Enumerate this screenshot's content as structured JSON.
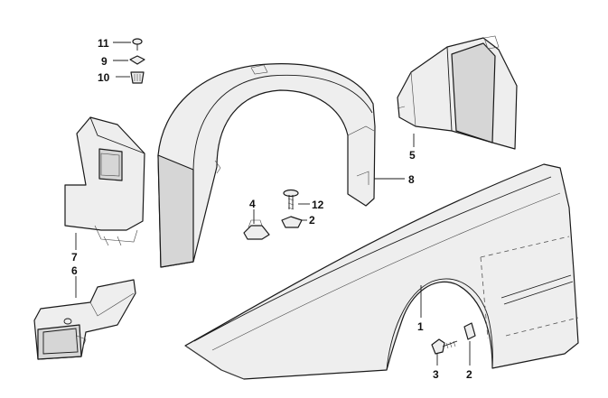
{
  "callouts": {
    "c1": "1",
    "c2a": "2",
    "c2b": "2",
    "c3": "3",
    "c4": "4",
    "c5": "5",
    "c6": "6",
    "c7": "7",
    "c8": "8",
    "c9": "9",
    "c10": "10",
    "c11": "11",
    "c12": "12"
  },
  "colors": {
    "background": "#ffffff",
    "line": "#1a1a1a",
    "part_fill": "#eeeeee"
  }
}
